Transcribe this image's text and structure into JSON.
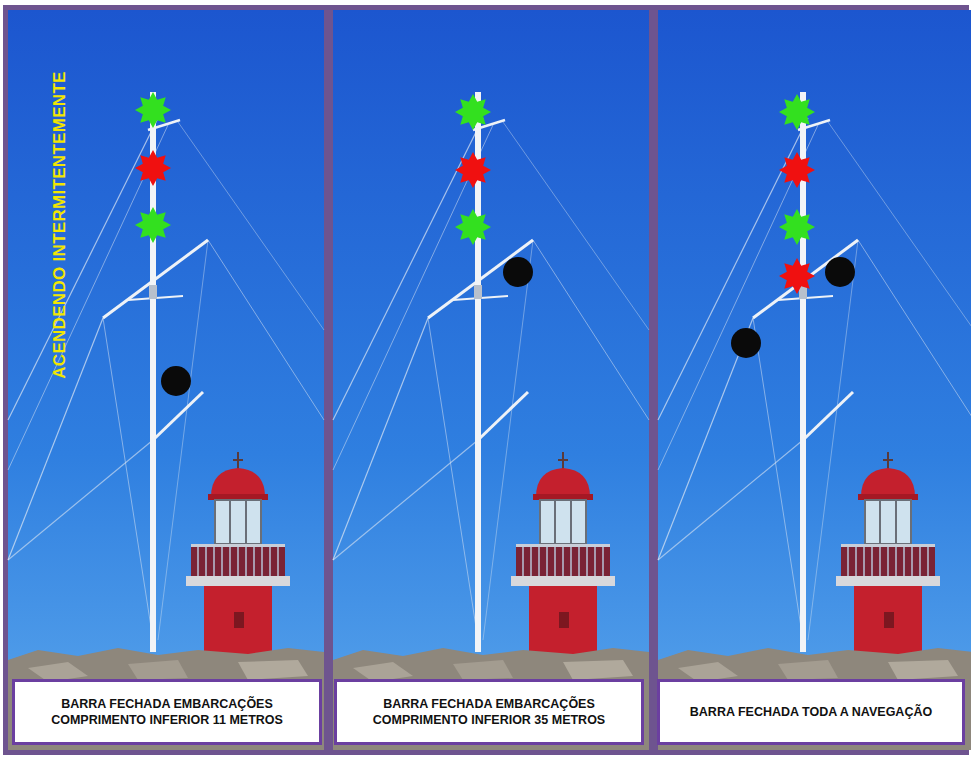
{
  "diagram": {
    "nodes": [
      {
        "text": [
          "BARRA FECHADA EMBARCAÇÕES COMPRIMENTO INFERIOR 11 METROS"
        ]
      },
      {
        "text": [
          "BARRA FECHADA EMBARCAÇÕES COMPRIMENTO INFERIOR 35 METROS"
        ]
      },
      {
        "text": [
          "BARRA FECHADA TODA A NAVEGAÇÃO"
        ]
      }
    ],
    "labels": [
      "ACENDENDO INTERMITENTEMENTE"
    ]
  }
}
